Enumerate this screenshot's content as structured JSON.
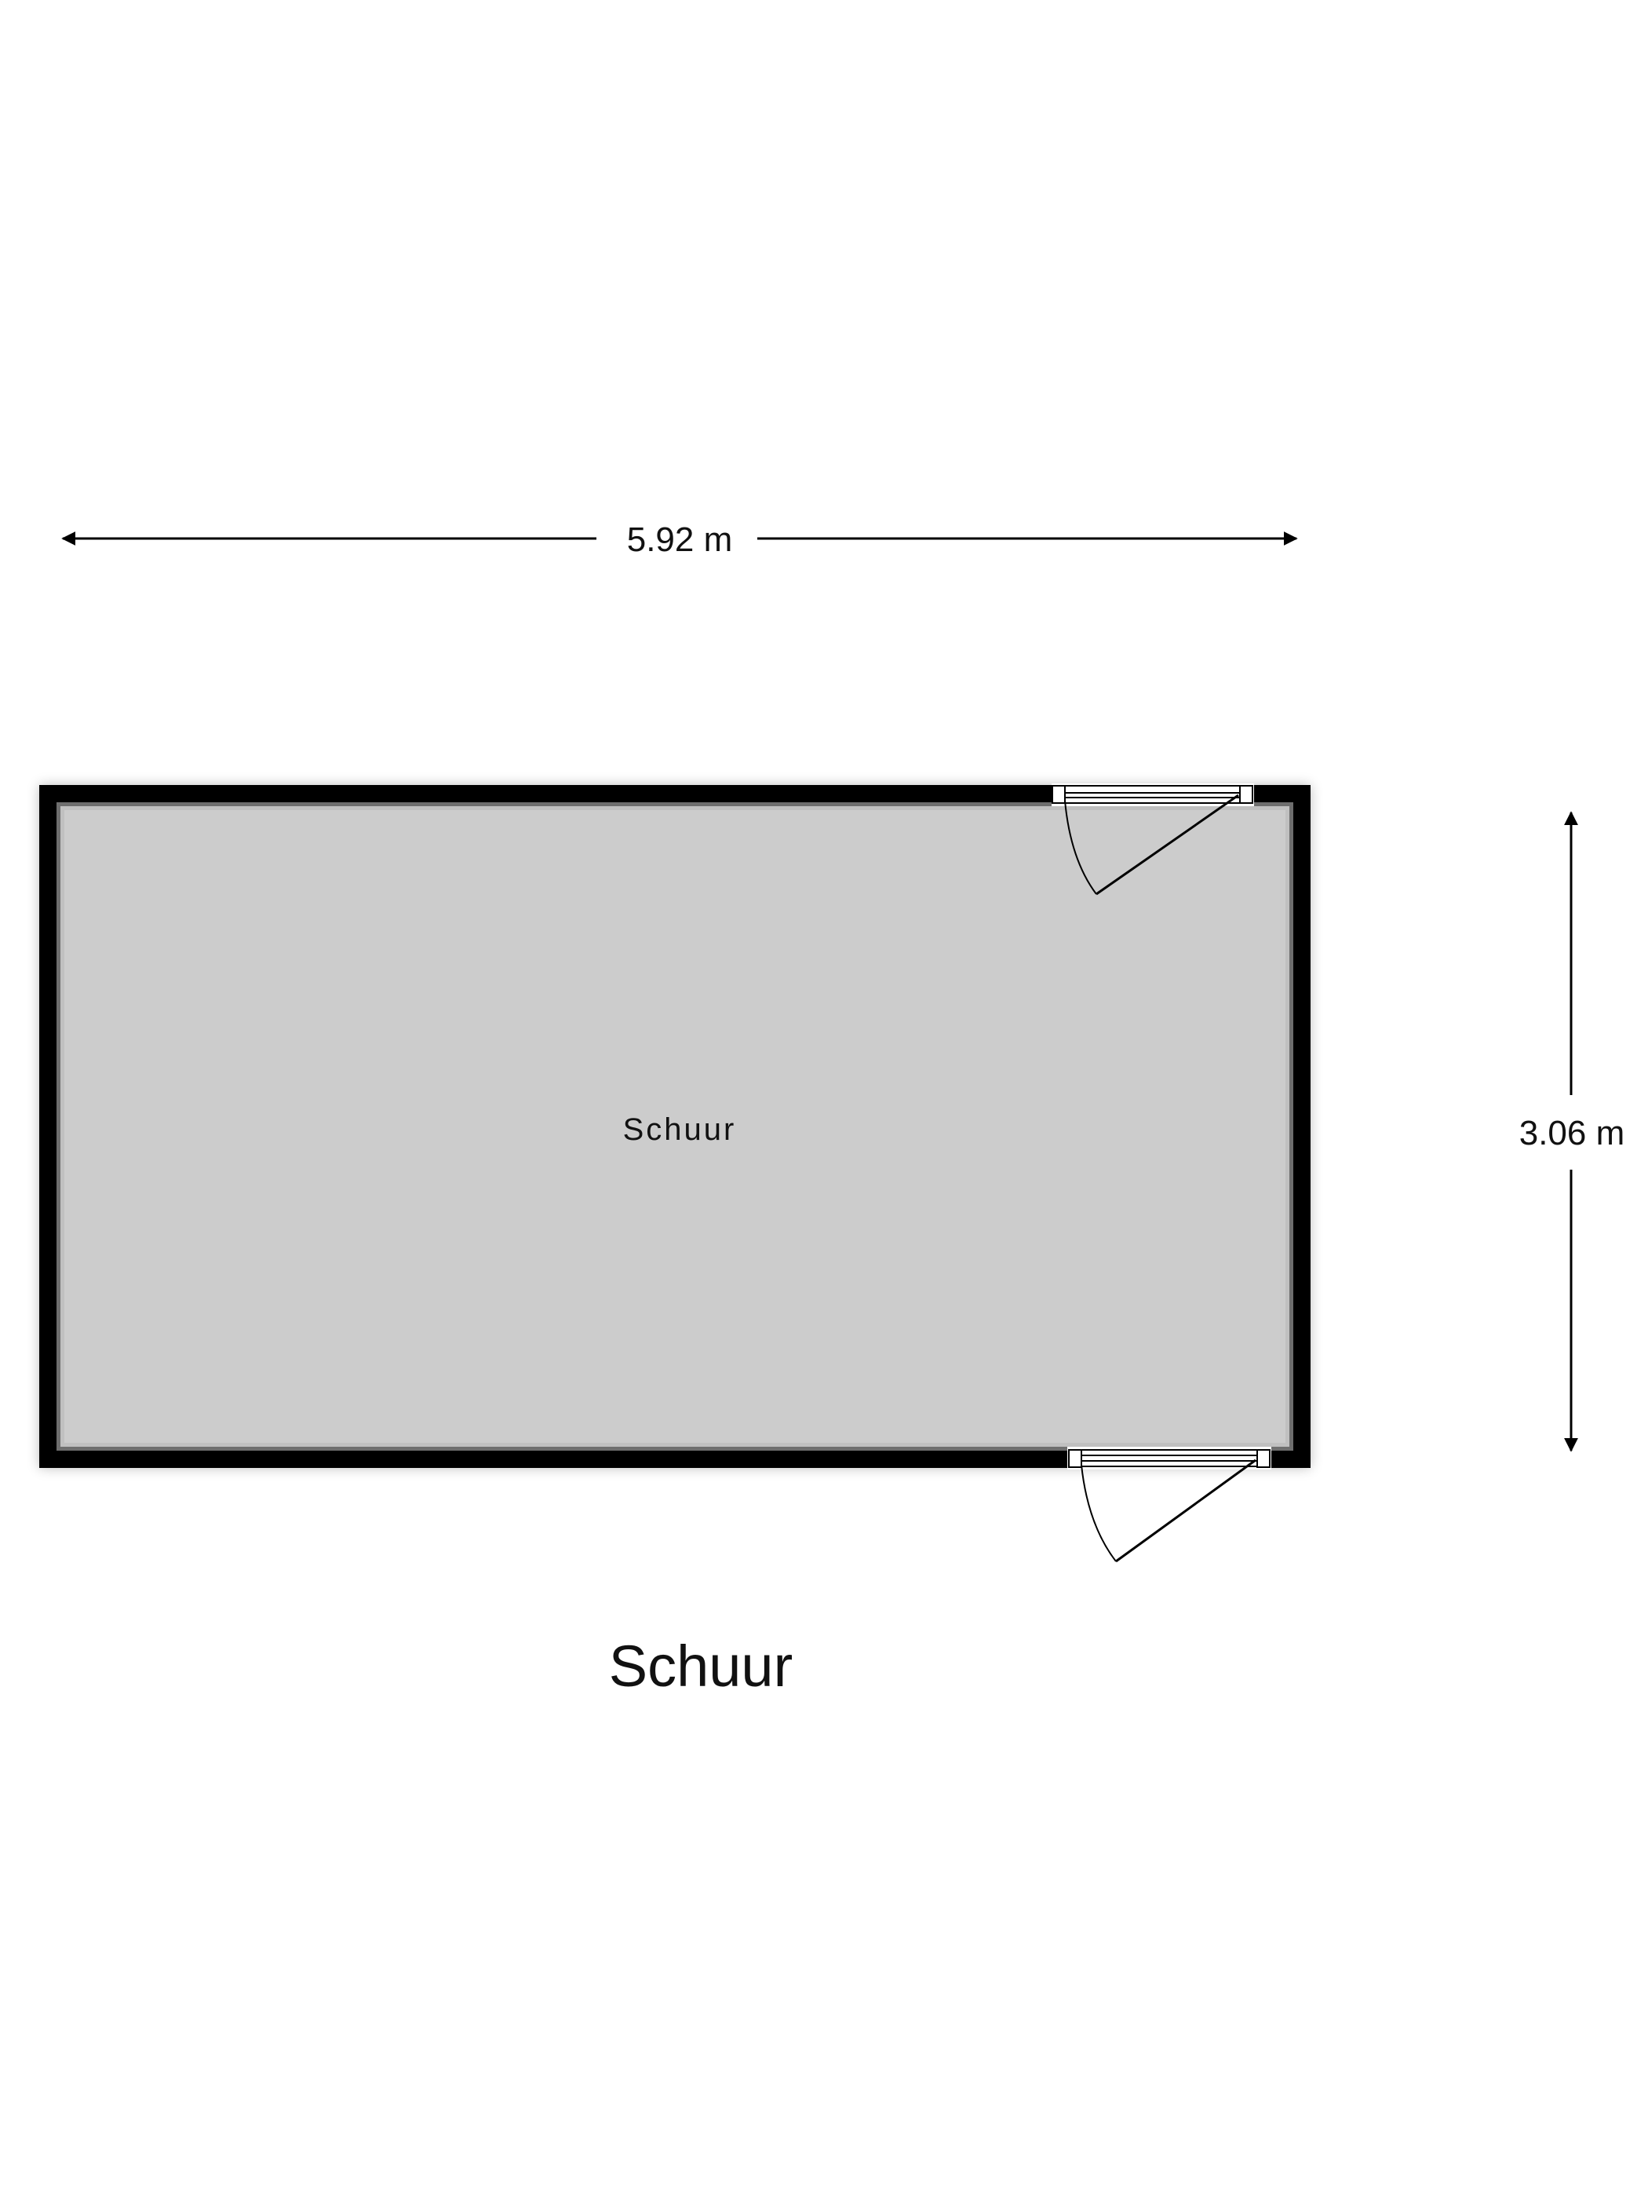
{
  "plan": {
    "title": "Schuur",
    "room_label": "Schuur",
    "width_dimension": "5.92 m",
    "height_dimension": "3.06 m"
  },
  "colors": {
    "wall": "#000000",
    "floor": "#cccccc",
    "background": "#ffffff"
  }
}
